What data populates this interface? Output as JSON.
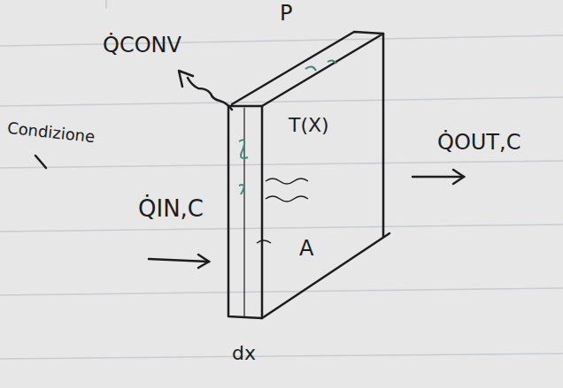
{
  "diagram": {
    "labels": [
      "Q̇CONV",
      "P",
      "Condizione",
      "Q̇IN,C",
      "T(X)",
      "Q̇OUT,C",
      "A",
      "dx"
    ]
  }
}
